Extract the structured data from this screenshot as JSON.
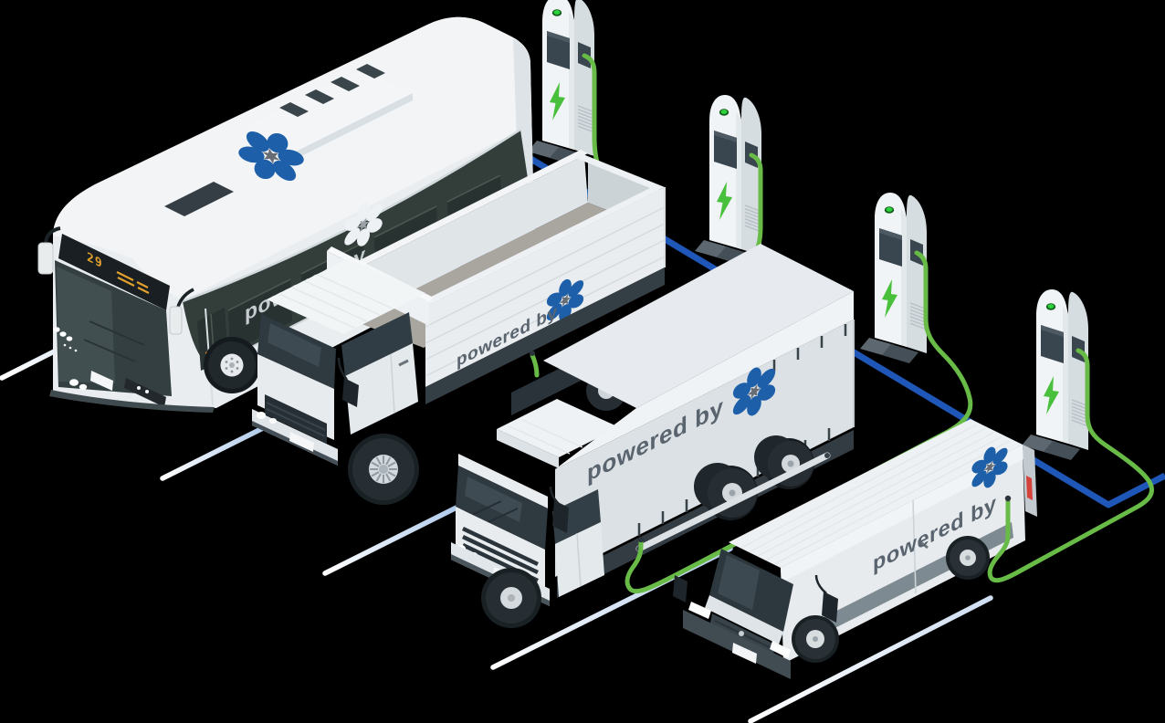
{
  "scene": {
    "background_color": "#000000",
    "branding": {
      "powered_by_label": "powered by",
      "logo_icon": "flower-logo-icon",
      "logo_petal_color": "#1d5fa9",
      "logo_center_color": "#686d75",
      "logo_white_petal_color": "#eef1f3"
    },
    "vehicles": [
      {
        "id": "city-bus",
        "type_icon": "bus-icon",
        "powered_by": "powered by",
        "route_display": "29"
      },
      {
        "id": "flatbed-truck",
        "type_icon": "flatbed-truck-icon",
        "powered_by": "powered by"
      },
      {
        "id": "curtainside-truck",
        "type_icon": "curtainside-truck-icon",
        "powered_by": "powered by"
      },
      {
        "id": "cargo-van",
        "type_icon": "van-icon",
        "powered_by": "powered by"
      }
    ],
    "chargers": [
      {
        "id": "charging-station-1",
        "status_led_color": "#2ed43c",
        "bolt_icon": "lightning-bolt-icon"
      },
      {
        "id": "charging-station-2",
        "status_led_color": "#2ed43c",
        "bolt_icon": "lightning-bolt-icon"
      },
      {
        "id": "charging-station-3",
        "status_led_color": "#2ed43c",
        "bolt_icon": "lightning-bolt-icon"
      },
      {
        "id": "charging-station-4",
        "status_led_color": "#2ed43c",
        "bolt_icon": "lightning-bolt-icon"
      }
    ],
    "ground": {
      "bay_line_color": "#1f57b8",
      "divider_line_color": "#a9c6ea",
      "cable_color": "#68bb46"
    }
  }
}
